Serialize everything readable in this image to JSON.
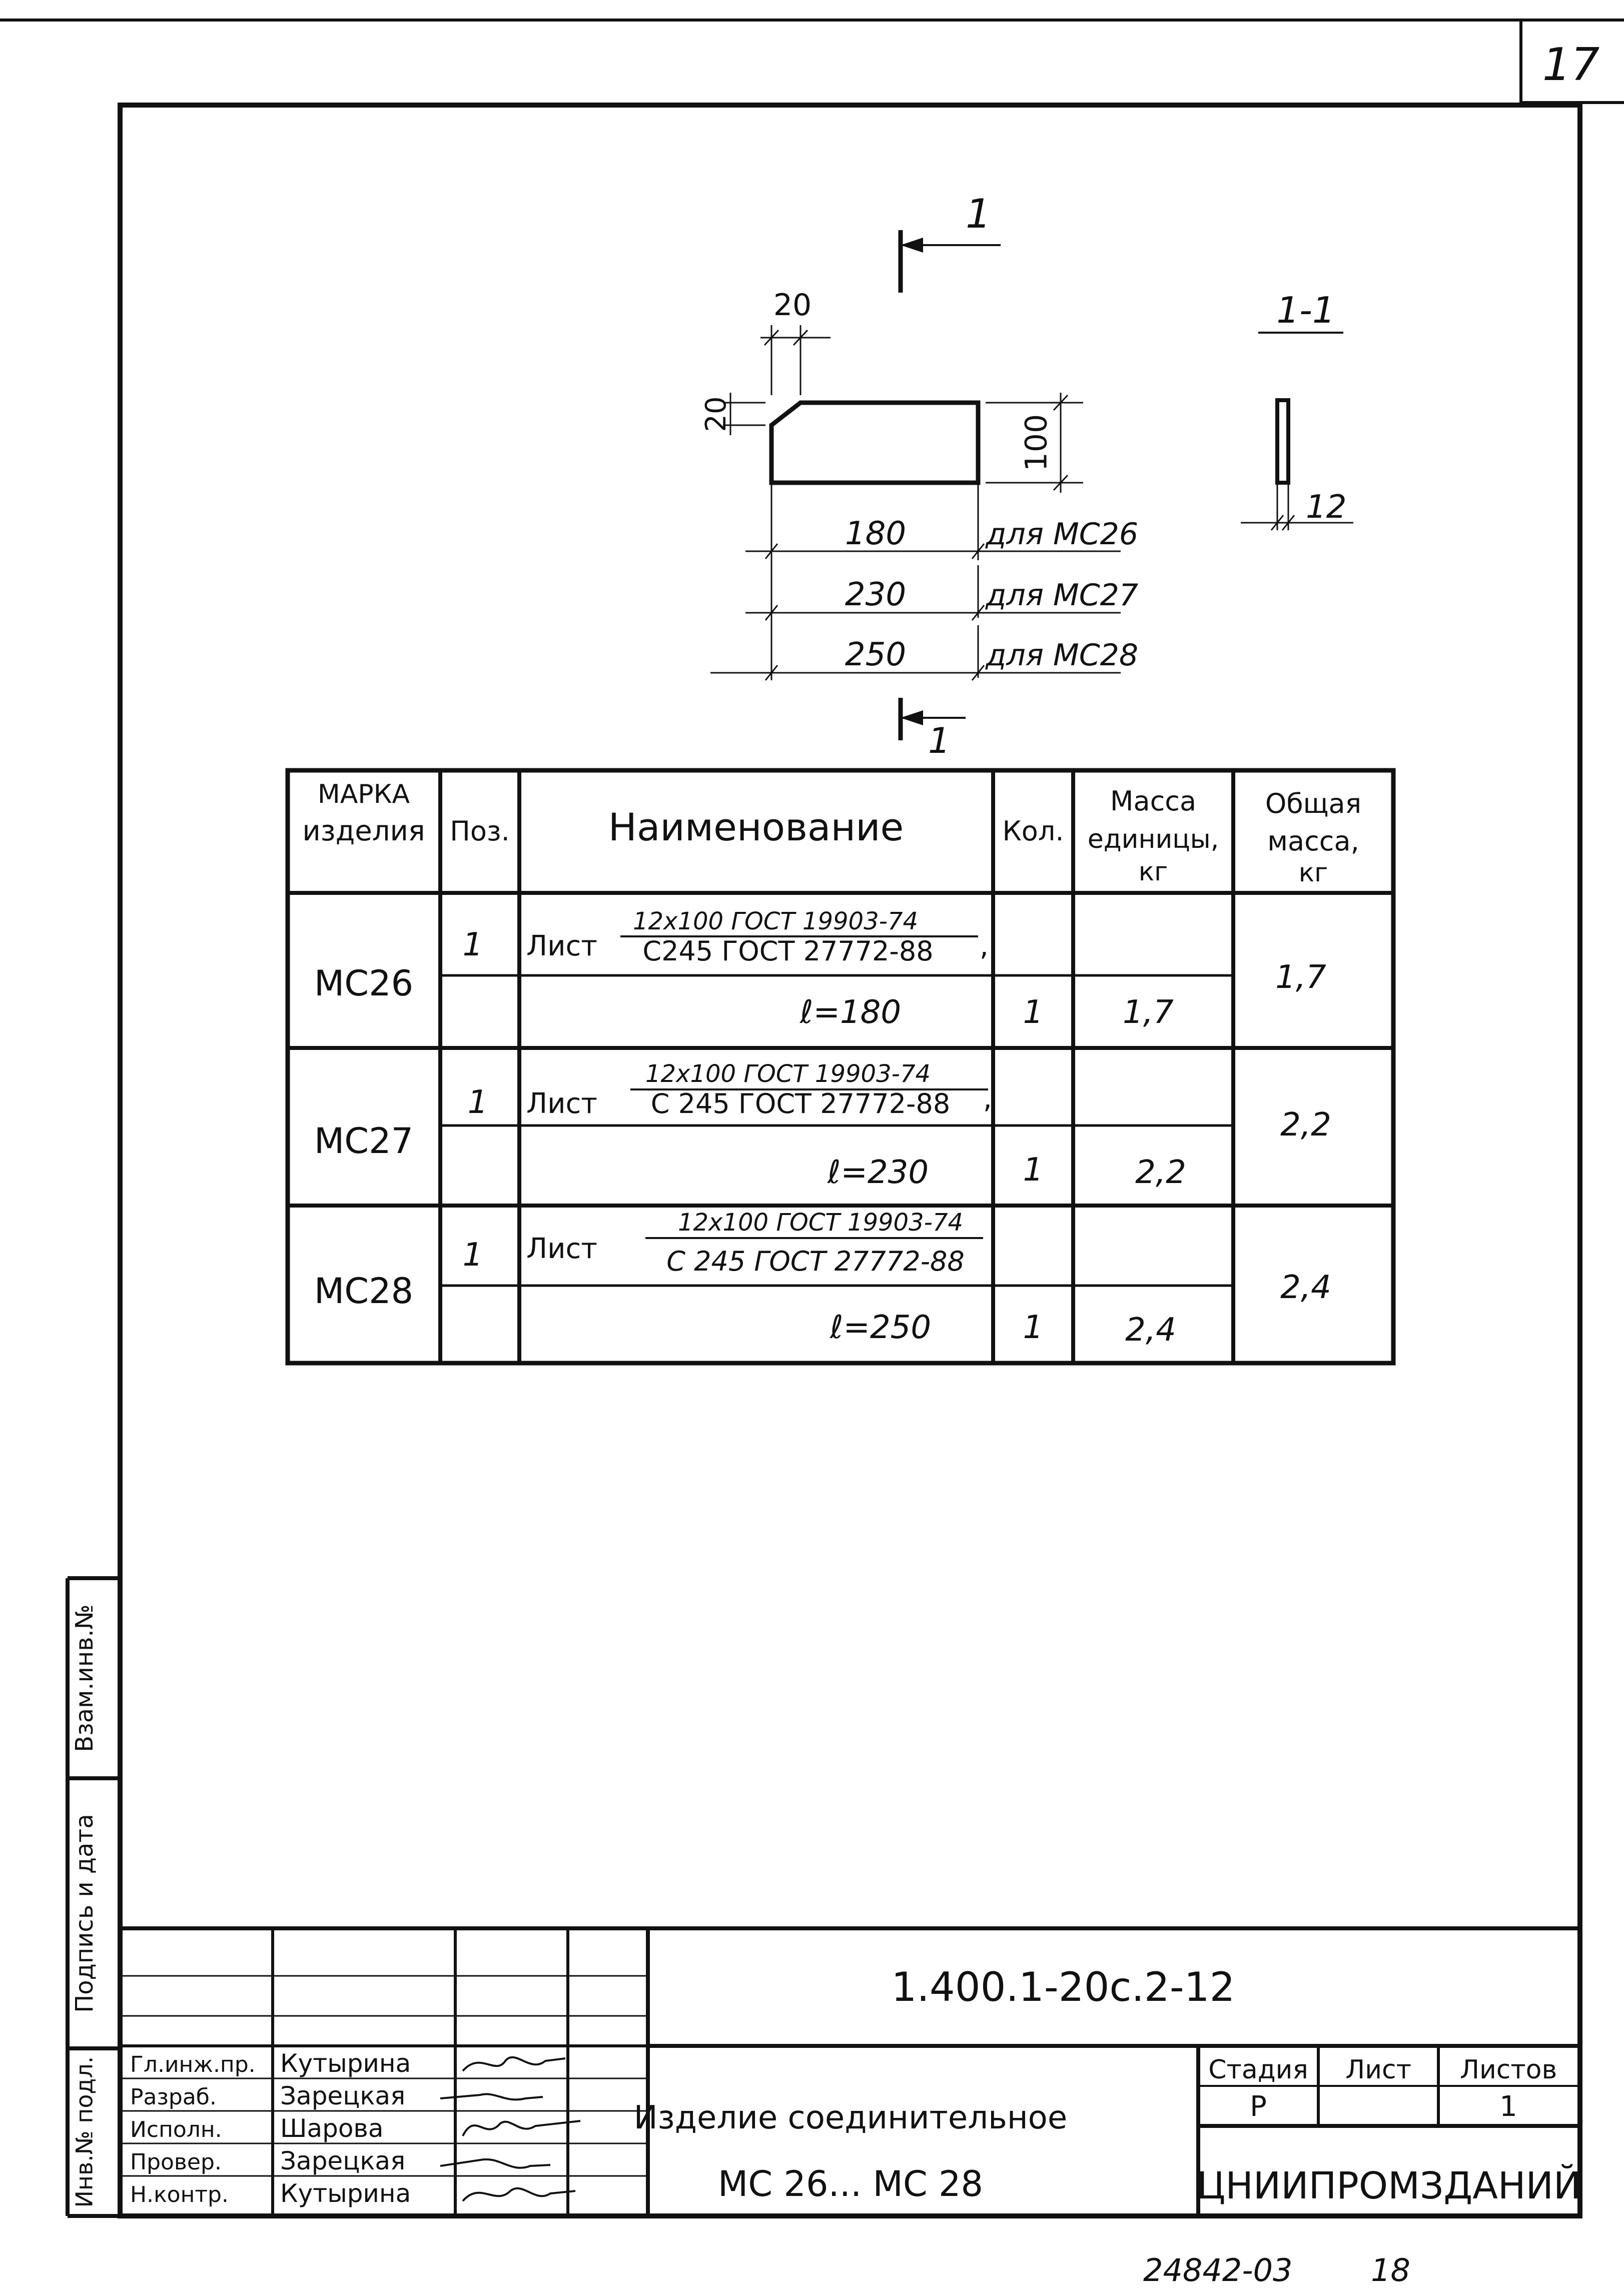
{
  "sheet_number_top": "17",
  "drawing": {
    "section_mark": "1",
    "section_title": "1-1",
    "dim_chamfer_w": "20",
    "dim_chamfer_h": "20",
    "dim_height": "100",
    "dim_thickness": "12",
    "length_rows": [
      {
        "value": "180",
        "label": "для МС26"
      },
      {
        "value": "230",
        "label": "для МС27"
      },
      {
        "value": "250",
        "label": "для МС28"
      }
    ]
  },
  "spec_table": {
    "headers": {
      "mark_1": "МАРКА",
      "mark_2": "изделия",
      "pos": "Поз.",
      "name": "Наименование",
      "qty": "Кол.",
      "unit_mass_1": "Масса",
      "unit_mass_2": "единицы,",
      "unit_mass_3": "кг",
      "total_mass_1": "Общая",
      "total_mass_2": "масса,",
      "total_mass_3": "кг"
    },
    "rows": [
      {
        "mark": "МС26",
        "pos": "1",
        "item": "Лист",
        "frac_top": "12х100 ГОСТ 19903-74",
        "frac_bottom": "С245 ГОСТ 27772-88",
        "sep": ",",
        "length": "ℓ=180",
        "qty": "1",
        "unit_mass": "1,7",
        "total_mass": "1,7"
      },
      {
        "mark": "МС27",
        "pos": "1",
        "item": "Лист",
        "frac_top": "12х100 ГОСТ 19903-74",
        "frac_bottom": "С 245 ГОСТ 27772-88",
        "sep": ",",
        "length": "ℓ=230",
        "qty": "1",
        "unit_mass": "2,2",
        "total_mass": "2,2"
      },
      {
        "mark": "МС28",
        "pos": "1",
        "item": "Лист",
        "frac_top": "12х100 ГОСТ 19903-74",
        "frac_bottom": "С 245 ГОСТ 27772-88",
        "sep": "",
        "length": "ℓ=250",
        "qty": "1",
        "unit_mass": "2,4",
        "total_mass": "2,4"
      }
    ]
  },
  "side_stamp": {
    "vzam": "Взам.инв.№",
    "podpis": "Подпись и дата",
    "inv": "Инв.№ подл."
  },
  "title_block": {
    "designation": "1.400.1-20с.2-12",
    "title_line1": "Изделие соединительное",
    "title_line2": "МС 26... МС 28",
    "stage_label": "Стадия",
    "sheet_label": "Лист",
    "sheets_label": "Листов",
    "stage_value": "Р",
    "sheet_value": "",
    "sheets_value": "1",
    "organization": "ЦНИИПРОМЗДАНИЙ",
    "people": [
      {
        "role": "Гл.инж.пр.",
        "name": "Кутырина"
      },
      {
        "role": "Разраб.",
        "name": "Зарецкая"
      },
      {
        "role": "Исполн.",
        "name": "Шарова"
      },
      {
        "role": "Провер.",
        "name": "Зарецкая"
      },
      {
        "role": "Н.контр.",
        "name": "Кутырина"
      }
    ]
  },
  "footer_number": "24842-03",
  "footer_page": "18"
}
